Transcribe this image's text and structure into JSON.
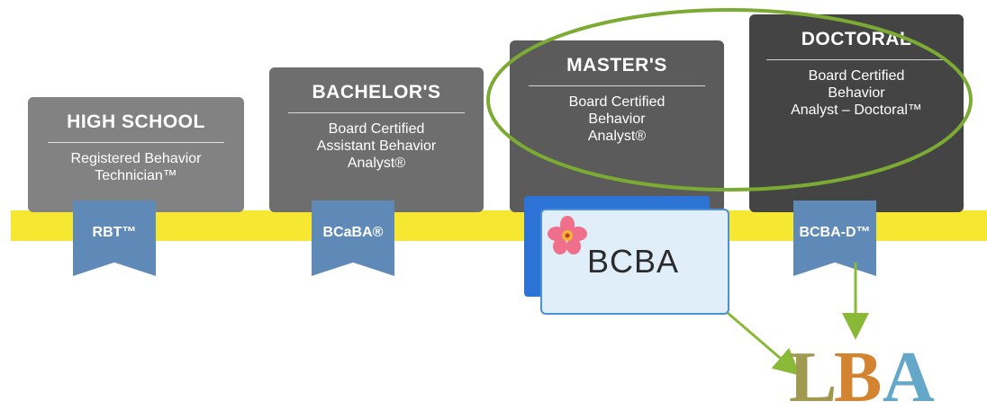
{
  "levels": [
    {
      "level": "HIGH SCHOOL",
      "description_lines": [
        "Registered Behavior",
        "Technician™"
      ],
      "credential": "RBT™"
    },
    {
      "level": "BACHELOR'S",
      "description_lines": [
        "Board Certified",
        "Assistant Behavior",
        "Analyst®"
      ],
      "credential": "BCaBA®"
    },
    {
      "level": "MASTER'S",
      "description_lines": [
        "Board Certified",
        "Behavior",
        "Analyst®"
      ],
      "credential": "BCBA"
    },
    {
      "level": "DOCTORAL",
      "description_lines": [
        "Board Certified",
        "Behavior",
        "Analyst – Doctoral™"
      ],
      "credential": "BCBA-D™"
    }
  ],
  "logo": {
    "letters": [
      "L",
      "B",
      "A"
    ]
  },
  "colors": {
    "stripe": "#f6e733",
    "ribbon": "#5f8ab8",
    "highlight_ellipse": "#7bab33",
    "arrows": "#8ab937",
    "logo_l": "#9f9a50",
    "logo_b": "#d28431",
    "logo_a": "#64a7c9"
  },
  "icons": [
    "hibiscus-flower-icon"
  ]
}
